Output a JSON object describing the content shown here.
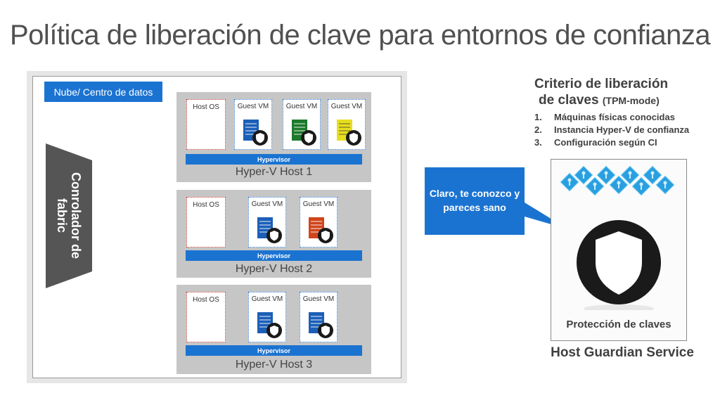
{
  "title": "Política de liberación de clave para entornos de confianza",
  "datacenter": {
    "label": "Nube/ Centro de datos"
  },
  "fabric": {
    "label": "Conrolador de\nfabric",
    "color": "#555555"
  },
  "host_os_label": "Host OS",
  "guest_vm_label": "Guest VM",
  "hypervisor_label": "Hypervisor",
  "hosts": [
    {
      "name": "Hyper-V Host 1",
      "vm_colors": [
        "#1b5fb8",
        "#1d7a2b",
        "#e8de20"
      ]
    },
    {
      "name": "Hyper-V Host 2",
      "vm_colors": [
        "#1b5fb8",
        "#d0451b"
      ]
    },
    {
      "name": "Hyper-V Host 3",
      "vm_colors": [
        "#1b5fb8",
        "#1b5fb8"
      ]
    }
  ],
  "criteria": {
    "title_line1": "Criterio de liberación",
    "title_line2": "de claves",
    "mode": "(TPM-mode)",
    "items": [
      {
        "num": "1.",
        "text": "Máquinas físicas conocidas"
      },
      {
        "num": "2.",
        "text": "Instancia Hyper-V de confianza"
      },
      {
        "num": "3.",
        "text": "Configuración según CI"
      }
    ]
  },
  "callout": {
    "text": "Claro, te conozco y pareces sano",
    "color": "#1b73d1"
  },
  "key_protection": {
    "label": "Protección de claves"
  },
  "hgs": {
    "label": "Host Guardian Service"
  },
  "colors": {
    "accent": "#1b73d1",
    "host_bg": "#c6c6c6",
    "shield": "#1a1a1a"
  }
}
